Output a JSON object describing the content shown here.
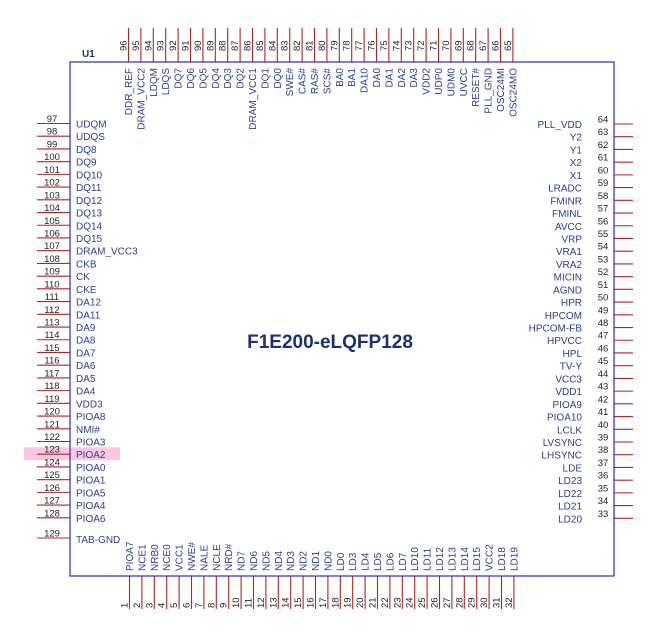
{
  "ref": "U1",
  "part_name": "F1E200-eLQFP128",
  "colors": {
    "body_outline": "#2b2bb8",
    "pin_line": "#b22222",
    "pin_number": "#222222",
    "pin_name": "#2a3e8c",
    "title": "#1e2f7a",
    "highlight": "#fbc8e4"
  },
  "highlighted_pin": "123",
  "pins": {
    "left": [
      {
        "num": "97",
        "name": "UDQM"
      },
      {
        "num": "98",
        "name": "UDQS"
      },
      {
        "num": "99",
        "name": "DQ8"
      },
      {
        "num": "100",
        "name": "DQ9"
      },
      {
        "num": "101",
        "name": "DQ10"
      },
      {
        "num": "102",
        "name": "DQ11"
      },
      {
        "num": "103",
        "name": "DQ12"
      },
      {
        "num": "104",
        "name": "DQ13"
      },
      {
        "num": "105",
        "name": "DQ14"
      },
      {
        "num": "106",
        "name": "DQ15"
      },
      {
        "num": "107",
        "name": "DRAM_VCC3"
      },
      {
        "num": "108",
        "name": "CKB"
      },
      {
        "num": "109",
        "name": "CK"
      },
      {
        "num": "110",
        "name": "CKE"
      },
      {
        "num": "111",
        "name": "DA12"
      },
      {
        "num": "112",
        "name": "DA11"
      },
      {
        "num": "113",
        "name": "DA9"
      },
      {
        "num": "114",
        "name": "DA8"
      },
      {
        "num": "115",
        "name": "DA7"
      },
      {
        "num": "116",
        "name": "DA6"
      },
      {
        "num": "117",
        "name": "DA5"
      },
      {
        "num": "118",
        "name": "DA4"
      },
      {
        "num": "119",
        "name": "VDD3"
      },
      {
        "num": "120",
        "name": "PIOA8"
      },
      {
        "num": "121",
        "name": "NMI#"
      },
      {
        "num": "122",
        "name": "PIOA3"
      },
      {
        "num": "123",
        "name": "PIOA2"
      },
      {
        "num": "124",
        "name": "PIOA0"
      },
      {
        "num": "125",
        "name": "PIOA1"
      },
      {
        "num": "126",
        "name": "PIOA5"
      },
      {
        "num": "127",
        "name": "PIOA4"
      },
      {
        "num": "128",
        "name": "PIOA6"
      }
    ],
    "tab": {
      "num": "129",
      "name": "TAB-GND"
    },
    "right": [
      {
        "num": "64",
        "name": "PLL_VDD"
      },
      {
        "num": "63",
        "name": "Y2"
      },
      {
        "num": "62",
        "name": "Y1"
      },
      {
        "num": "61",
        "name": "X2"
      },
      {
        "num": "60",
        "name": "X1"
      },
      {
        "num": "59",
        "name": "LRADC"
      },
      {
        "num": "58",
        "name": "FMINR"
      },
      {
        "num": "57",
        "name": "FMINL"
      },
      {
        "num": "56",
        "name": "AVCC"
      },
      {
        "num": "55",
        "name": "VRP"
      },
      {
        "num": "54",
        "name": "VRA1"
      },
      {
        "num": "53",
        "name": "VRA2"
      },
      {
        "num": "52",
        "name": "MICIN"
      },
      {
        "num": "51",
        "name": "AGND"
      },
      {
        "num": "50",
        "name": "HPR"
      },
      {
        "num": "49",
        "name": "HPCOM"
      },
      {
        "num": "48",
        "name": "HPCOM-FB"
      },
      {
        "num": "47",
        "name": "HPVCC"
      },
      {
        "num": "46",
        "name": "HPL"
      },
      {
        "num": "45",
        "name": "TV-Y"
      },
      {
        "num": "44",
        "name": "VCC3"
      },
      {
        "num": "43",
        "name": "VDD1"
      },
      {
        "num": "42",
        "name": "PIOA9"
      },
      {
        "num": "41",
        "name": "PIOA10"
      },
      {
        "num": "40",
        "name": "LCLK"
      },
      {
        "num": "39",
        "name": "LVSYNC"
      },
      {
        "num": "38",
        "name": "LHSYNC"
      },
      {
        "num": "37",
        "name": "LDE"
      },
      {
        "num": "36",
        "name": "LD23"
      },
      {
        "num": "35",
        "name": "LD22"
      },
      {
        "num": "34",
        "name": "LD21"
      },
      {
        "num": "33",
        "name": "LD20"
      }
    ],
    "top": [
      {
        "num": "96",
        "name": "DDR_REF"
      },
      {
        "num": "95",
        "name": "DRAM_VCC2"
      },
      {
        "num": "94",
        "name": "LDQM"
      },
      {
        "num": "93",
        "name": "LDQS"
      },
      {
        "num": "92",
        "name": "DQ7"
      },
      {
        "num": "91",
        "name": "DQ6"
      },
      {
        "num": "90",
        "name": "DQ5"
      },
      {
        "num": "89",
        "name": "DQ4"
      },
      {
        "num": "88",
        "name": "DQ3"
      },
      {
        "num": "87",
        "name": "DQ2"
      },
      {
        "num": "86",
        "name": "DRAM_VCC1"
      },
      {
        "num": "85",
        "name": "DQ1"
      },
      {
        "num": "84",
        "name": "DQ0"
      },
      {
        "num": "83",
        "name": "SWE#"
      },
      {
        "num": "82",
        "name": "CAS#"
      },
      {
        "num": "81",
        "name": "RAS#"
      },
      {
        "num": "80",
        "name": "SCS#"
      },
      {
        "num": "79",
        "name": "BA0"
      },
      {
        "num": "78",
        "name": "BA1"
      },
      {
        "num": "77",
        "name": "DA10"
      },
      {
        "num": "76",
        "name": "DA0"
      },
      {
        "num": "75",
        "name": "DA1"
      },
      {
        "num": "74",
        "name": "DA2"
      },
      {
        "num": "73",
        "name": "DA3"
      },
      {
        "num": "72",
        "name": "VDD2"
      },
      {
        "num": "71",
        "name": "UDP0"
      },
      {
        "num": "70",
        "name": "UDM0"
      },
      {
        "num": "69",
        "name": "UVCC"
      },
      {
        "num": "68",
        "name": "RESET#"
      },
      {
        "num": "67",
        "name": "PLL_GND"
      },
      {
        "num": "66",
        "name": "OSC24MI"
      },
      {
        "num": "65",
        "name": "OSC24MO"
      }
    ],
    "bottom": [
      {
        "num": "1",
        "name": "PIOA7"
      },
      {
        "num": "2",
        "name": "NCE1"
      },
      {
        "num": "3",
        "name": "NRB0"
      },
      {
        "num": "4",
        "name": "NCE0"
      },
      {
        "num": "5",
        "name": "VCC1"
      },
      {
        "num": "6",
        "name": "NWE#"
      },
      {
        "num": "7",
        "name": "NALE"
      },
      {
        "num": "8",
        "name": "NCLE"
      },
      {
        "num": "9",
        "name": "NRD#"
      },
      {
        "num": "10",
        "name": "ND7"
      },
      {
        "num": "11",
        "name": "ND6"
      },
      {
        "num": "12",
        "name": "ND5"
      },
      {
        "num": "13",
        "name": "ND4"
      },
      {
        "num": "14",
        "name": "ND3"
      },
      {
        "num": "15",
        "name": "ND2"
      },
      {
        "num": "16",
        "name": "ND1"
      },
      {
        "num": "17",
        "name": "ND0"
      },
      {
        "num": "18",
        "name": "LD0"
      },
      {
        "num": "19",
        "name": "LD3"
      },
      {
        "num": "20",
        "name": "LD4"
      },
      {
        "num": "21",
        "name": "LD5"
      },
      {
        "num": "22",
        "name": "LD6"
      },
      {
        "num": "23",
        "name": "LD7"
      },
      {
        "num": "24",
        "name": "LD10"
      },
      {
        "num": "25",
        "name": "LD11"
      },
      {
        "num": "26",
        "name": "LD12"
      },
      {
        "num": "27",
        "name": "LD13"
      },
      {
        "num": "28",
        "name": "LD14"
      },
      {
        "num": "29",
        "name": "LD15"
      },
      {
        "num": "30",
        "name": "VCC2"
      },
      {
        "num": "31",
        "name": "LD18"
      },
      {
        "num": "32",
        "name": "LD19"
      }
    ]
  }
}
